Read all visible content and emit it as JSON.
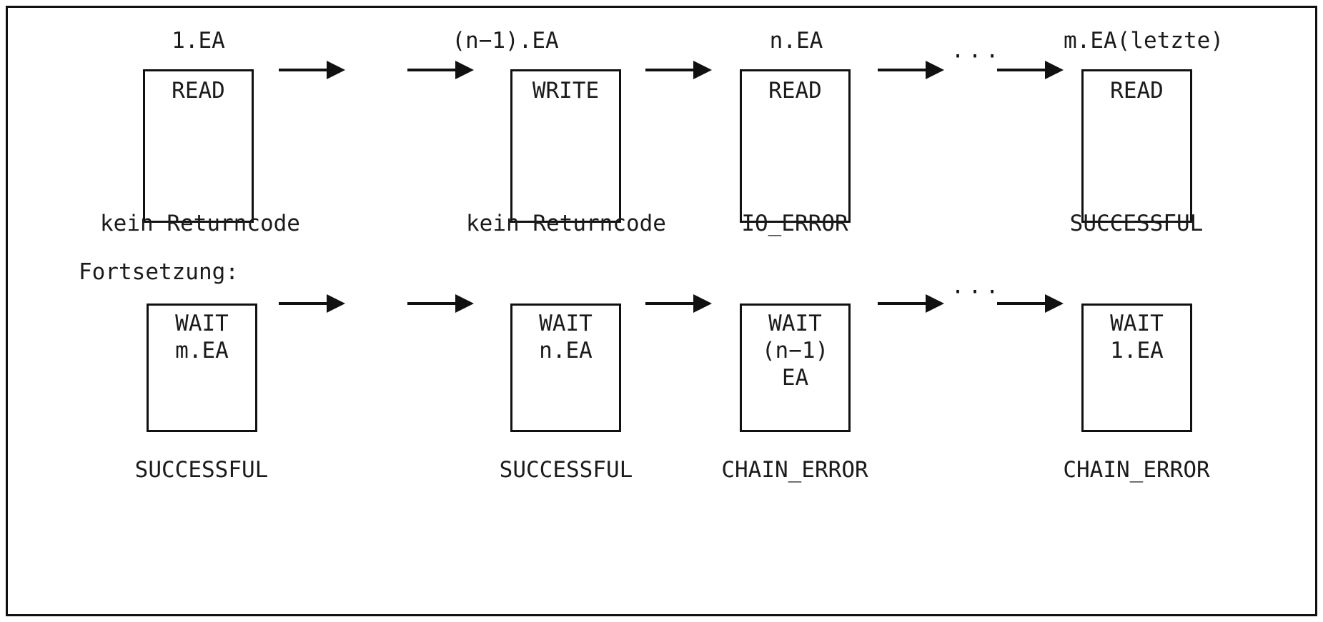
{
  "diagram": {
    "title": "EA (I/O) chain with return codes",
    "border_color": "#111111",
    "text_color": "#1b1b1b",
    "background": "#ffffff",
    "ellipsis_glyph": "···",
    "section_label": "Fortsetzung:",
    "row1": {
      "boxes": [
        {
          "top_label": "1.EA",
          "line1": "READ",
          "line2": "",
          "line3": "",
          "caption": "kein Returncode"
        },
        {
          "top_label": "(n−1).EA",
          "line1": "WRITE",
          "line2": "",
          "line3": "",
          "caption": "kein Returncode"
        },
        {
          "top_label": "n.EA",
          "line1": "READ",
          "line2": "",
          "line3": "",
          "caption": "IO_ERROR"
        },
        {
          "top_label": "m.EA(letzte)",
          "line1": "READ",
          "line2": "",
          "line3": "",
          "caption": "SUCCESSFUL"
        }
      ]
    },
    "row2": {
      "boxes": [
        {
          "top_label": "",
          "line1": "WAIT",
          "line2": "m.EA",
          "line3": "",
          "caption": "SUCCESSFUL"
        },
        {
          "top_label": "",
          "line1": "WAIT",
          "line2": "n.EA",
          "line3": "",
          "caption": "SUCCESSFUL"
        },
        {
          "top_label": "",
          "line1": "WAIT",
          "line2": "(n−1)",
          "line3": "EA",
          "caption": "CHAIN_ERROR"
        },
        {
          "top_label": "",
          "line1": "WAIT",
          "line2": "1.EA",
          "line3": "",
          "caption": "CHAIN_ERROR"
        }
      ]
    }
  }
}
